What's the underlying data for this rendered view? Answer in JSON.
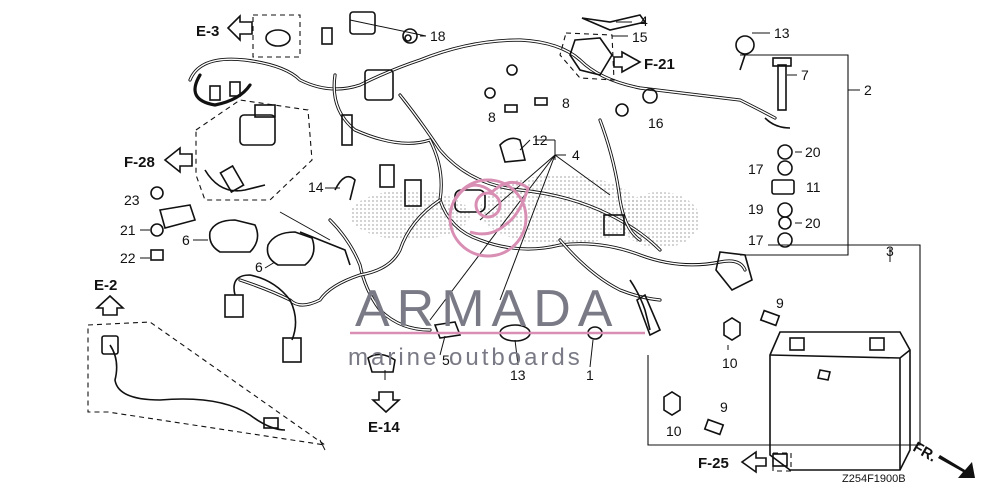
{
  "diagram": {
    "code": "Z254F1900B",
    "front_marker": "FR."
  },
  "references": {
    "e3": "E-3",
    "e2": "E-2",
    "e14": "E-14",
    "f21": "F-21",
    "f25": "F-25",
    "f28": "F-28"
  },
  "parts": {
    "p1": "1",
    "p2": "2",
    "p3": "3",
    "p4a": "4",
    "p4b": "4",
    "p5": "5",
    "p6a": "6",
    "p6b": "6",
    "p7": "7",
    "p8a": "8",
    "p8b": "8",
    "p9a": "9",
    "p9b": "9",
    "p10a": "10",
    "p10b": "10",
    "p11": "11",
    "p12": "12",
    "p13a": "13",
    "p13b": "13",
    "p14": "14",
    "p15": "15",
    "p16": "16",
    "p17a": "17",
    "p17b": "17",
    "p18": "18",
    "p19": "19",
    "p20a": "20",
    "p20b": "20",
    "p21": "21",
    "p22": "22",
    "p23": "23"
  },
  "watermark": {
    "brand": "ARMADA",
    "tagline": "marine outboards",
    "brand_color": "#d98fb4"
  }
}
